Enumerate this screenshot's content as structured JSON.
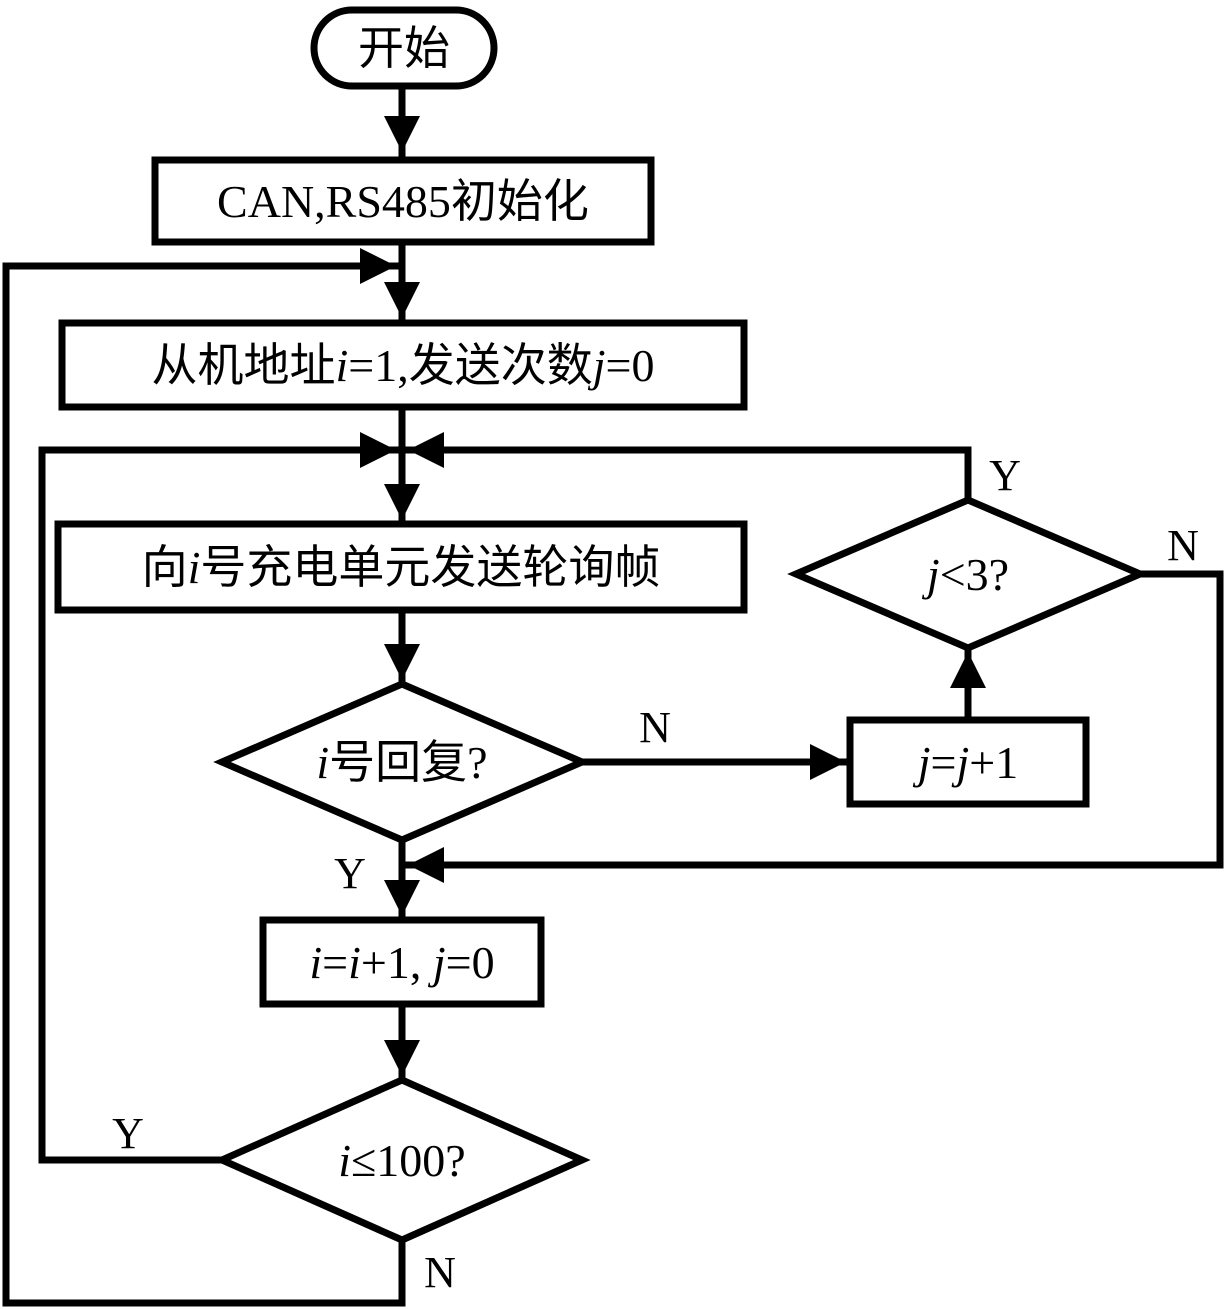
{
  "diagram": {
    "type": "flowchart",
    "colors": {
      "stroke": "#000000",
      "background": "#ffffff"
    },
    "nodes": {
      "start": {
        "shape": "terminal",
        "text": [
          {
            "t": "开始"
          }
        ]
      },
      "init": {
        "shape": "process",
        "text": [
          {
            "t": "CAN,RS485初始化"
          }
        ]
      },
      "set_addr": {
        "shape": "process",
        "text": [
          {
            "t": "从机地址"
          },
          {
            "t": "i",
            "i": true
          },
          {
            "t": "=1,发送次数"
          },
          {
            "t": "j",
            "i": true
          },
          {
            "t": "=0"
          }
        ]
      },
      "send_poll": {
        "shape": "process",
        "text": [
          {
            "t": "向"
          },
          {
            "t": "i",
            "i": true
          },
          {
            "t": "号充电单元发送轮询帧"
          }
        ]
      },
      "reply_check": {
        "shape": "decision",
        "text": [
          {
            "t": "i",
            "i": true
          },
          {
            "t": "号回复?"
          }
        ]
      },
      "inc_j": {
        "shape": "process",
        "text": [
          {
            "t": "j",
            "i": true
          },
          {
            "t": "="
          },
          {
            "t": "j",
            "i": true
          },
          {
            "t": "+1"
          }
        ]
      },
      "j_check": {
        "shape": "decision",
        "text": [
          {
            "t": "j",
            "i": true
          },
          {
            "t": "<3?"
          }
        ]
      },
      "inc_i": {
        "shape": "process",
        "text": [
          {
            "t": "i",
            "i": true
          },
          {
            "t": "="
          },
          {
            "t": "i",
            "i": true
          },
          {
            "t": "+1, "
          },
          {
            "t": "j",
            "i": true
          },
          {
            "t": "=0"
          }
        ]
      },
      "i_check": {
        "shape": "decision",
        "text": [
          {
            "t": "i",
            "i": true
          },
          {
            "t": "≤100?"
          }
        ]
      }
    },
    "edges": [
      {
        "from": "start",
        "to": "init",
        "label": ""
      },
      {
        "from": "init",
        "to": "set_addr",
        "label": ""
      },
      {
        "from": "set_addr",
        "to": "send_poll",
        "label": ""
      },
      {
        "from": "send_poll",
        "to": "reply_check",
        "label": ""
      },
      {
        "from": "reply_check",
        "to": "inc_j",
        "label": "N"
      },
      {
        "from": "reply_check",
        "to": "inc_i",
        "label": "Y"
      },
      {
        "from": "inc_j",
        "to": "j_check",
        "label": ""
      },
      {
        "from": "j_check",
        "to": "send_poll",
        "label": "Y"
      },
      {
        "from": "j_check",
        "to": "inc_i",
        "label": "N"
      },
      {
        "from": "inc_i",
        "to": "i_check",
        "label": ""
      },
      {
        "from": "i_check",
        "to": "send_poll",
        "label": "Y"
      },
      {
        "from": "i_check",
        "to": "set_addr",
        "label": "N"
      }
    ],
    "labels": {
      "reply_no": "N",
      "reply_yes": "Y",
      "j_yes": "Y",
      "j_no": "N",
      "i_yes": "Y",
      "i_no": "N"
    }
  }
}
